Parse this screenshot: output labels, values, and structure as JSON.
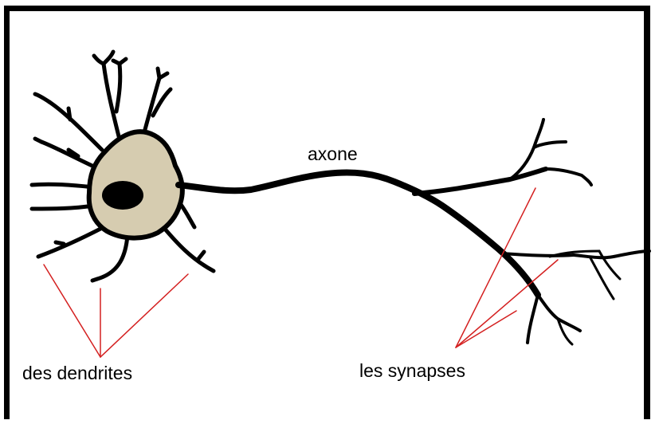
{
  "labels": {
    "axone": "axone",
    "dendrites": "des dendrites",
    "synapses": "les synapses"
  },
  "colors": {
    "neuron_stroke": "#000000",
    "soma_fill": "#d6ccb0",
    "nucleus": "#000000",
    "pointer_lines": "#d42020",
    "frame": "#000000"
  }
}
